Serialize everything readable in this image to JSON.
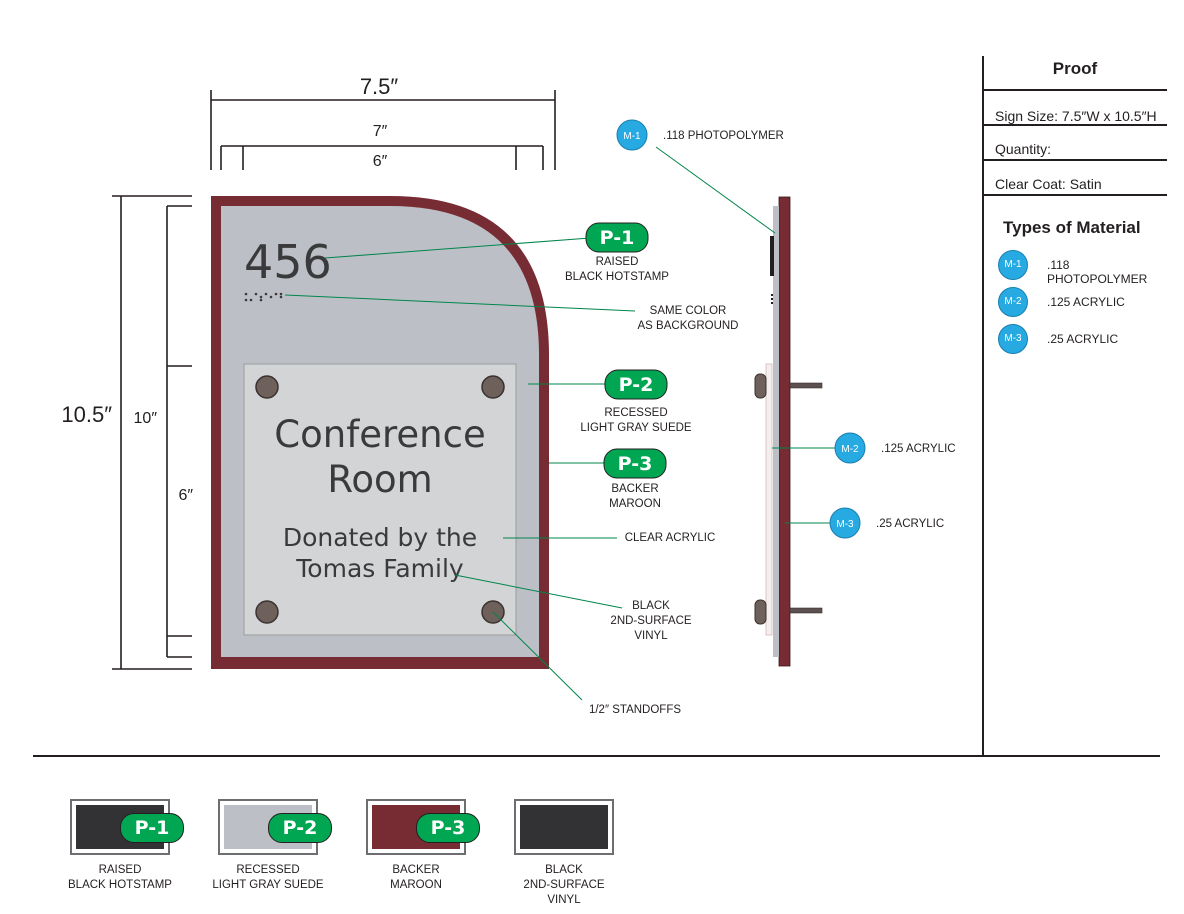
{
  "dimensions": {
    "width_total": "7.5″",
    "width_inner": "7″",
    "width_panel": "6″",
    "height_total": "10.5″",
    "height_inner": "10″",
    "height_panel": "6″"
  },
  "sign": {
    "room_number": "456",
    "room_name_line1": "Conference",
    "room_name_line2": "Room",
    "donor_line1": "Donated by the",
    "donor_line2": "Tomas Family"
  },
  "callouts": {
    "p1_line1": "RAISED",
    "p1_line2": "BLACK HOTSTAMP",
    "braille_line1": "SAME COLOR",
    "braille_line2": "AS BACKGROUND",
    "p2_line1": "RECESSED",
    "p2_line2": "LIGHT GRAY SUEDE",
    "p3_line1": "BACKER",
    "p3_line2": "MAROON",
    "clear_acrylic": "CLEAR ACRYLIC",
    "vinyl_line1": "BLACK",
    "vinyl_line2": "2ND-SURFACE",
    "vinyl_line3": "VINYL",
    "standoffs": "1/2″ STANDOFFS"
  },
  "badges": {
    "p1": "P-1",
    "p2": "P-2",
    "p3": "P-3"
  },
  "side_view": {
    "m1_badge": "M-1",
    "m1_label": ".118 PHOTOPOLYMER",
    "m2_badge": "M-2",
    "m2_label": ".125 ACRYLIC",
    "m3_badge": "M-3",
    "m3_label": ".25 ACRYLIC"
  },
  "proof": {
    "title": "Proof",
    "sign_size": "Sign Size:  7.5″W x 10.5″H",
    "quantity": "Quantity:",
    "clear_coat": "Clear Coat: Satin",
    "materials_title": "Types of Material",
    "materials": [
      {
        "badge": "M-1",
        "label": ".118 PHOTOPOLYMER"
      },
      {
        "badge": "M-2",
        "label": ".125 ACRYLIC"
      },
      {
        "badge": "M-3",
        "label": ".25 ACRYLIC"
      }
    ]
  },
  "swatches": [
    {
      "badge": "P-1",
      "color": "#323234",
      "line1": "RAISED",
      "line2": "BLACK HOTSTAMP",
      "line3": ""
    },
    {
      "badge": "P-2",
      "color": "#bcc0c6",
      "line1": "RECESSED",
      "line2": "LIGHT GRAY SUEDE",
      "line3": ""
    },
    {
      "badge": "P-3",
      "color": "#772b33",
      "line1": "BACKER",
      "line2": "MAROON",
      "line3": ""
    },
    {
      "badge": "",
      "color": "#323234",
      "line1": "BLACK",
      "line2": "2ND-SURFACE",
      "line3": "VINYL"
    }
  ],
  "colors": {
    "maroon": "#772b33",
    "light_gray": "#bcc0c6",
    "panel_gray": "#d2d4d6",
    "badge_green": "#00a651",
    "material_blue": "#27a9e1",
    "leader_green": "#00854a"
  }
}
